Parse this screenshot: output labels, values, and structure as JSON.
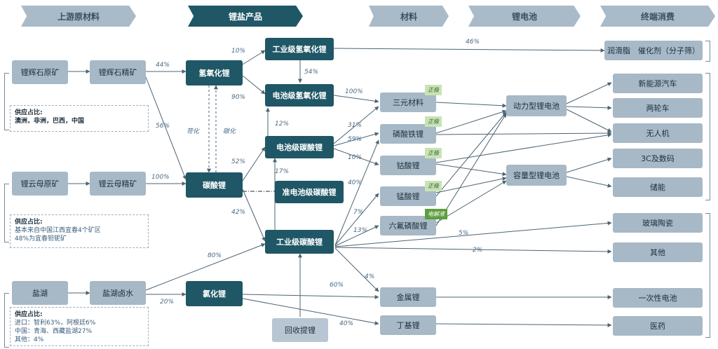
{
  "headers": {
    "upstream": "上游原材料",
    "lithium_salt": "锂盐产品",
    "materials": "材料",
    "battery": "锂电池",
    "terminal": "终端消费"
  },
  "nodes": {
    "spodumene_ore": "锂辉石原矿",
    "spodumene_conc": "锂辉石精矿",
    "lepidolite_ore": "锂云母原矿",
    "lepidolite_conc": "锂云母精矿",
    "salt_lake": "盐湖",
    "brine": "盐湖卤水",
    "lioh": "氢氧化锂",
    "li2co3": "碳酸锂",
    "licl": "氯化锂",
    "ind_lioh": "工业级氢氧化锂",
    "bat_lioh": "电池级氢氧化锂",
    "bat_li2co3": "电池级碳酸锂",
    "quasi_li2co3": "准电池级碳酸锂",
    "ind_li2co3": "工业级碳酸锂",
    "recycle": "回收提锂",
    "ternary": "三元材料",
    "lfp": "磷酸铁锂",
    "lco": "钴酸锂",
    "lmo": "锰酸锂",
    "lipf6": "六氟磷酸锂",
    "li_metal": "金属锂",
    "butyl_li": "丁基锂",
    "power_bat": "动力型锂电池",
    "cap_bat": "容量型锂电池",
    "lubricant": "润滑脂　催化剂（分子筛）",
    "ev": "新能源汽车",
    "two_wheel": "两轮车",
    "drone": "无人机",
    "digital": "3C及数码",
    "storage": "储能",
    "glass": "玻璃陶瓷",
    "other": "其他",
    "primary_bat": "一次性电池",
    "medicine": "医药"
  },
  "tags": {
    "cathode": "正极",
    "electrolyte": "电解液"
  },
  "notes": {
    "supply_title": "供应占比:",
    "spodumene": "澳洲，非洲，巴西，中国",
    "lepidolite_1": "基本来自中国江西宜春4个矿区",
    "lepidolite_2": "48%为宜春钽铌矿",
    "salt_1": "进口：智利63%，阿根廷6%",
    "salt_2": "中国：青海、西藏盐湖27%",
    "salt_3": "其他：4%"
  },
  "labels": {
    "carbonize": "苛化",
    "causticize": "碳化"
  },
  "percentages": {
    "p44": "44%",
    "p56": "56%",
    "p100a": "100%",
    "p10a": "10%",
    "p90": "90%",
    "p54": "54%",
    "p46": "46%",
    "p100b": "100%",
    "p52": "52%",
    "p42": "42%",
    "p12": "12%",
    "p17": "17%",
    "p31": "31%",
    "p59": "59%",
    "p10b": "10%",
    "p40a": "40%",
    "p7": "7%",
    "p13": "13%",
    "p5": "5%",
    "p2": "2%",
    "p4": "4%",
    "p80": "80%",
    "p20": "20%",
    "p60": "60%",
    "p40b": "40%"
  }
}
